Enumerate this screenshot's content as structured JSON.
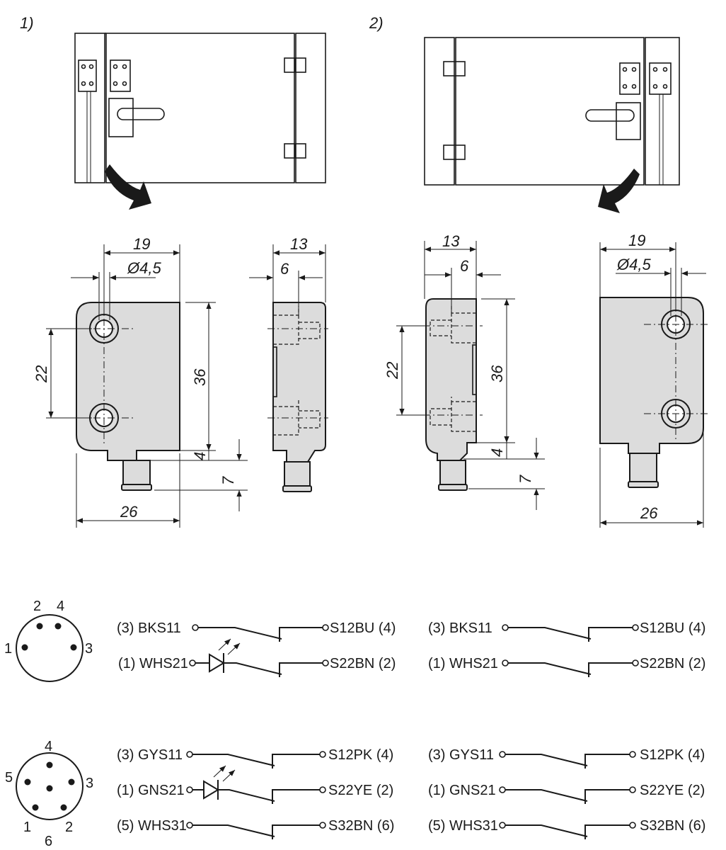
{
  "views": {
    "view1_label": "1)",
    "view2_label": "2)"
  },
  "dimensions": {
    "width_19": "19",
    "hole_dia": "Ø4,5",
    "width_26": "26",
    "height_36": "36",
    "spacing_22": "22",
    "depth_13": "13",
    "depth_6": "6",
    "offset_4": "4",
    "connector_7": "7"
  },
  "connector4": {
    "pins": [
      "1",
      "2",
      "3",
      "4"
    ]
  },
  "connector6": {
    "pins": [
      "1",
      "2",
      "3",
      "4",
      "5",
      "6"
    ]
  },
  "wiring4_left": [
    {
      "left": "(3)  BKS11",
      "right": "S12BU  (4)"
    },
    {
      "left": "(1) WHS21",
      "right": "S22BN  (2)"
    }
  ],
  "wiring4_right": [
    {
      "left": "(3)  BKS11",
      "right": "S12BU  (4)"
    },
    {
      "left": "(1) WHS21",
      "right": "S22BN  (2)"
    }
  ],
  "wiring6_left": [
    {
      "left": "(3)  GYS11",
      "right": "S12PK  (4)"
    },
    {
      "left": "(1)  GNS21",
      "right": "S22YE  (2)"
    },
    {
      "left": "(5) WHS31",
      "right": "S32BN  (6)"
    }
  ],
  "wiring6_right": [
    {
      "left": "(3)  GYS11",
      "right": "S12PK  (4)"
    },
    {
      "left": "(1)  GNS21",
      "right": "S22YE  (2)"
    },
    {
      "left": "(5) WHS31",
      "right": "S32BN  (6)"
    }
  ]
}
